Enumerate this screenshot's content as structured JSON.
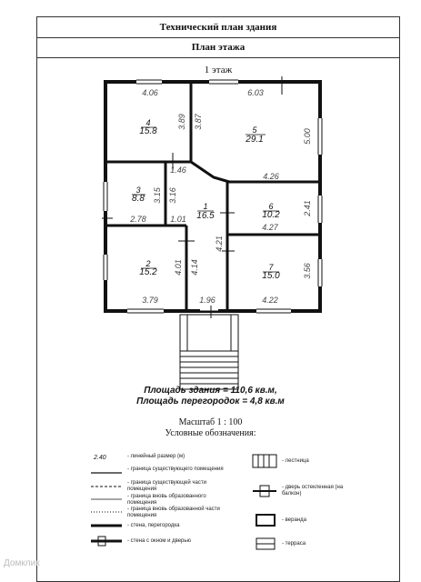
{
  "document": {
    "title": "Технический план здания",
    "subtitle": "План этажа",
    "floor_label": "1 этаж"
  },
  "rooms": [
    {
      "number": "4",
      "area": "15.8"
    },
    {
      "number": "5",
      "area": "29.1"
    },
    {
      "number": "3",
      "area": "8.8"
    },
    {
      "number": "1",
      "area": "16.5"
    },
    {
      "number": "6",
      "area": "10.2"
    },
    {
      "number": "2",
      "area": "15.2"
    },
    {
      "number": "7",
      "area": "15.0"
    }
  ],
  "dimensions": [
    "4.06",
    "3.89",
    "6.03",
    "3.87",
    "5.00",
    "1.46",
    "4.26",
    "3.15",
    "3.16",
    "2.78",
    "1.01",
    "2.41",
    "4.27",
    "4.21",
    "4.01",
    "4.14",
    "3.56",
    "3.79",
    "1.96",
    "4.22"
  ],
  "summary": {
    "building_area": "Площадь здания = 110,6 кв.м,",
    "partition_area": "Площадь перегородок = 4,8 кв.м"
  },
  "scale": "Масштаб 1 : 100",
  "legend_title": "Условные обозначения:",
  "legend": {
    "left": [
      {
        "sample": "2.40",
        "label": "- линейный размер (м)"
      },
      {
        "label": "- граница существующего помещения"
      },
      {
        "label": "- граница существующей части помещения"
      },
      {
        "label": "- граница вновь образованного помещения"
      },
      {
        "label": "- граница вновь образованной части помещения"
      },
      {
        "label": "- стена, перегородка"
      },
      {
        "label": "- стена с окном и дверью"
      }
    ],
    "right": [
      {
        "label": "- лестница"
      },
      {
        "label": "- дверь остекленная (на балкон)"
      },
      {
        "label": "- веранда"
      },
      {
        "label": "- терраса"
      }
    ]
  },
  "watermark": "Домклик"
}
